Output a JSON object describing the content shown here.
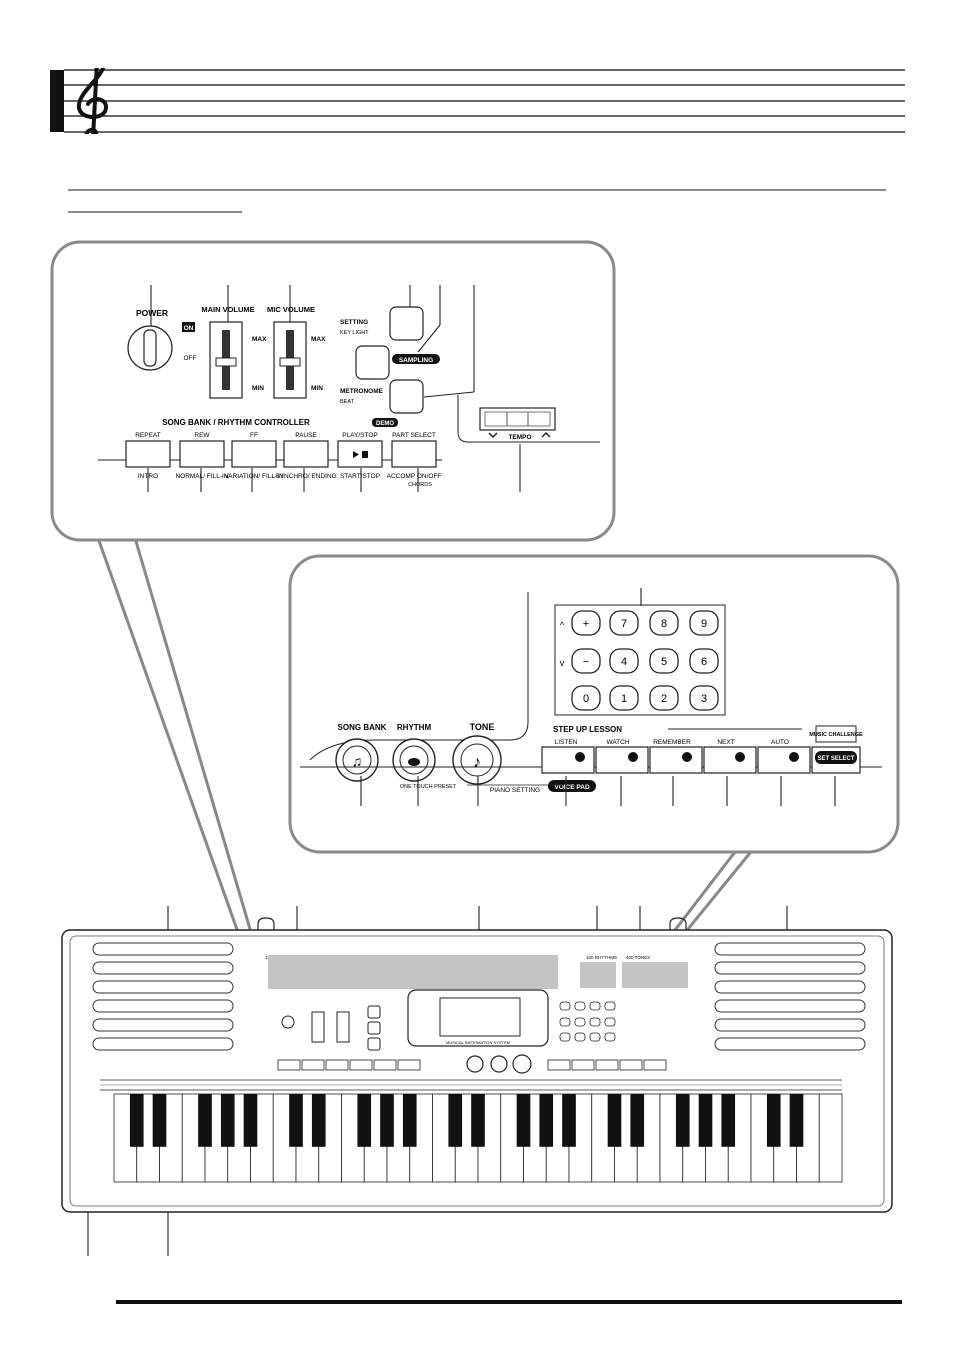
{
  "panel1": {
    "power_label": "POWER",
    "on_label": "ON",
    "off_label": "OFF",
    "main_volume_label": "MAIN VOLUME",
    "mic_volume_label": "MIC VOLUME",
    "max_label": "MAX",
    "min_label": "MIN",
    "setting_label": "SETTING",
    "key_light_label": "KEY LIGHT",
    "sampling_label": "SAMPLING",
    "metronome_label": "METRONOME",
    "beat_label": "BEAT",
    "song_bank_rhythm_label": "SONG BANK / RHYTHM CONTROLLER",
    "demo_label": "DEMO",
    "tempo_label": "TEMPO",
    "top_labels": [
      "REPEAT",
      "REW",
      "FF",
      "PAUSE",
      "PLAY/STOP",
      "PART SELECT"
    ],
    "bottom_labels": [
      "INTRO",
      "NORMAL/ FILL-IN",
      "VARIATION/ FILL-IN",
      "SYNCHRO/ ENDING",
      "START/STOP",
      "ACCOMP ON/OFF"
    ],
    "chords_label": "CHORDS"
  },
  "panel2": {
    "keypad_keys": [
      "+",
      "7",
      "8",
      "9",
      "−",
      "4",
      "5",
      "6",
      "0",
      "1",
      "2",
      "3"
    ],
    "song_bank_label": "SONG BANK",
    "rhythm_label": "RHYTHM",
    "tone_label": "TONE",
    "step_up_lesson_label": "STEP UP LESSON",
    "lesson_buttons": [
      "LISTEN",
      "WATCH",
      "REMEMBER",
      "NEXT",
      "AUTO"
    ],
    "music_challenge_label": "MUSIC CHALLENGE",
    "set_select_label": "SET SELECT",
    "voice_pad_label": "VOICE PAD",
    "one_touch_preset_label": "ONE TOUCH PRESET",
    "piano_setting_label": "PIANO SETTING"
  },
  "keyboard": {
    "song_bank_tag": "110 SONG BANK",
    "rhythm_tag": "100 RHYTHMS",
    "tones_tag": "400 TONES",
    "display_caption": "MUSICAL INFORMATION SYSTEM"
  }
}
